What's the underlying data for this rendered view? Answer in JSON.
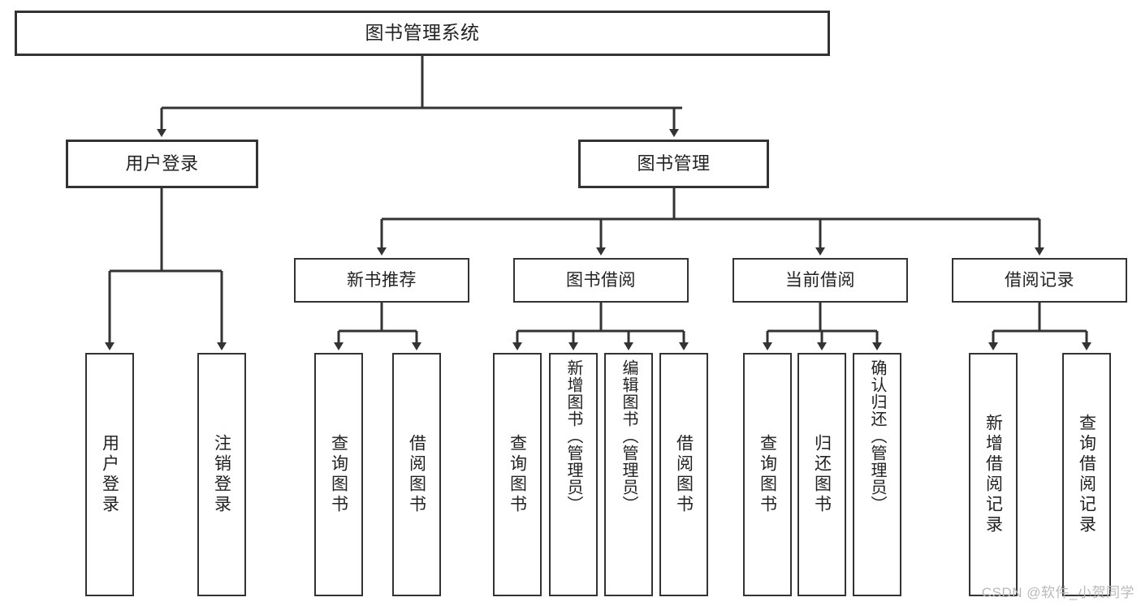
{
  "diagram": {
    "title": "图书管理系统",
    "watermark": "CSDN @软件_小贺同学",
    "root": {
      "label": "图书管理系统"
    },
    "level2": [
      {
        "label": "用户登录"
      },
      {
        "label": "图书管理"
      }
    ],
    "level3": [
      {
        "label": "新书推荐"
      },
      {
        "label": "图书借阅"
      },
      {
        "label": "当前借阅"
      },
      {
        "label": "借阅记录"
      }
    ],
    "leaves": [
      {
        "label": "用户登录"
      },
      {
        "label": "注销登录"
      },
      {
        "label": "查询图书"
      },
      {
        "label": "借阅图书"
      },
      {
        "label": "查询图书"
      },
      {
        "label": "新增图书（管理员）"
      },
      {
        "label": "编辑图书（管理员）"
      },
      {
        "label": "借阅图书"
      },
      {
        "label": "查询图书"
      },
      {
        "label": "归还图书"
      },
      {
        "label": "确认归还（管理员）"
      },
      {
        "label": "新增借阅记录"
      },
      {
        "label": "查询借阅记录"
      }
    ]
  },
  "colors": {
    "stroke": "#333333",
    "background": "#ffffff",
    "text": "#222222",
    "watermark": "#b9b9b9"
  }
}
